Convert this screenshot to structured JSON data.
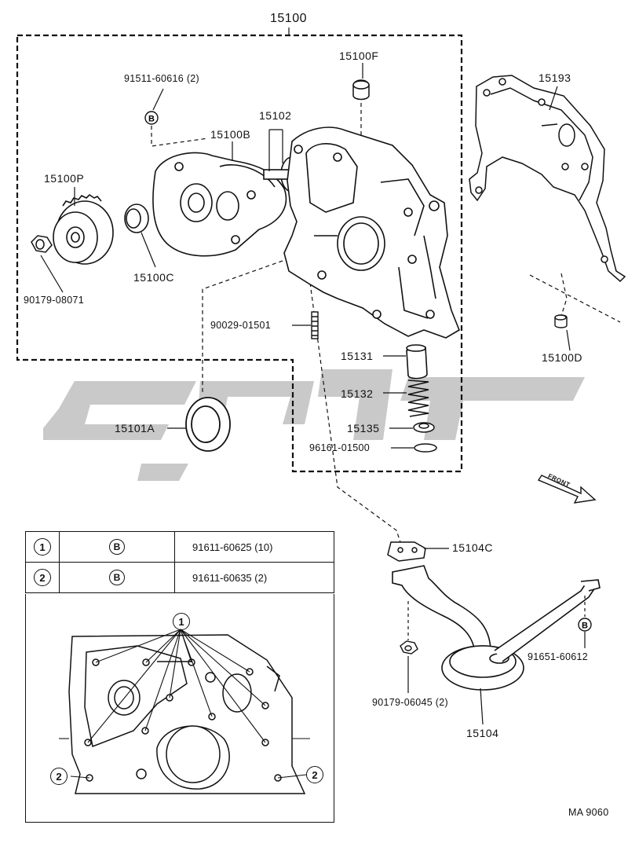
{
  "labels": {
    "p15100": "15100",
    "p15100F": "15100F",
    "p91511": "91511-60616 (2)",
    "p15102": "15102",
    "p15100B": "15100B",
    "p15100P": "15100P",
    "p15100C": "15100C",
    "p90179_08071": "90179-08071",
    "p15193": "15193",
    "p15100D": "15100D",
    "p90029": "90029-01501",
    "p15131": "15131",
    "p15132": "15132",
    "p15135": "15135",
    "p96161": "96161-01500",
    "p15101A": "15101A",
    "p15104C": "15104C",
    "p91651": "91651-60612",
    "p90179_06045": "90179-06045 (2)",
    "p15104": "15104",
    "front": "FRONT",
    "code": "MA 9060"
  },
  "bolt_marker": "B",
  "legend": [
    {
      "num": "1",
      "bolt": "B",
      "part": "91611-60625 (10)"
    },
    {
      "num": "2",
      "bolt": "B",
      "part": "91611-60635 (2)"
    }
  ],
  "inset_callouts": {
    "top": "1",
    "left": "2",
    "right": "2"
  }
}
